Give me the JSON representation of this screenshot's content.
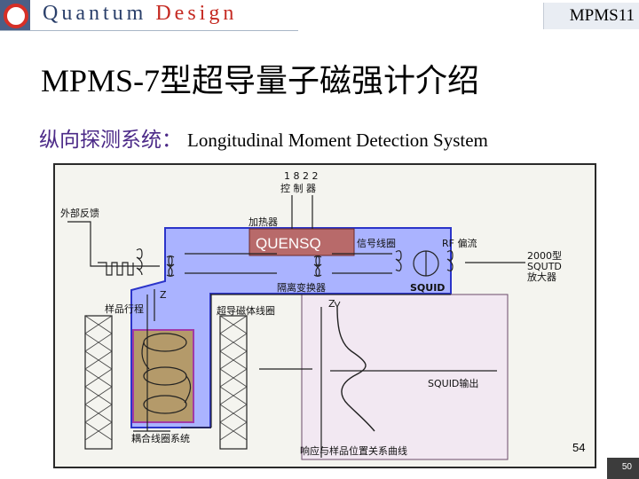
{
  "header": {
    "logo_text_a": "Quantum",
    "logo_text_b": "Design",
    "tag": "MPMS11"
  },
  "title": "MPMS-7型超导量子磁强计介绍",
  "subtitle": {
    "zh": "纵向探测系统：",
    "en": "Longitudinal Moment Detection System"
  },
  "diagram": {
    "controller_num": "1 8 2 2",
    "controller_label": "控 制 器",
    "external_feedback": "外部反馈",
    "heater": "加热器",
    "quensq": "QUENSQ",
    "signal_coil": "信号线圈",
    "rf_bias": "RF 偏流",
    "squid_type": "2000型",
    "squid_name": "SQUTD",
    "amplifier": "放大器",
    "isolation_transformer": "隔离变换器",
    "squid_label": "SQUID",
    "z_axis": "Z",
    "sample_travel": "样品行程",
    "sc_magnet_coil": "超导磁体线圈",
    "z_axis_plot": "Z",
    "squid_output": "SQUID输出",
    "coupling_coil_system": "耦合线圈系统",
    "response_curve": "响应与样品位置关系曲线"
  },
  "footer": {
    "page_number": "54",
    "slide_number": "50"
  },
  "colors": {
    "highlight_blue": "#aab3ff",
    "highlight_blue_border": "#2b34c9",
    "quensq_box": "#b86a6a",
    "sample_box": "#b49a6a",
    "sample_border": "#a23aa6",
    "plot_box": "#f2e8f2"
  }
}
